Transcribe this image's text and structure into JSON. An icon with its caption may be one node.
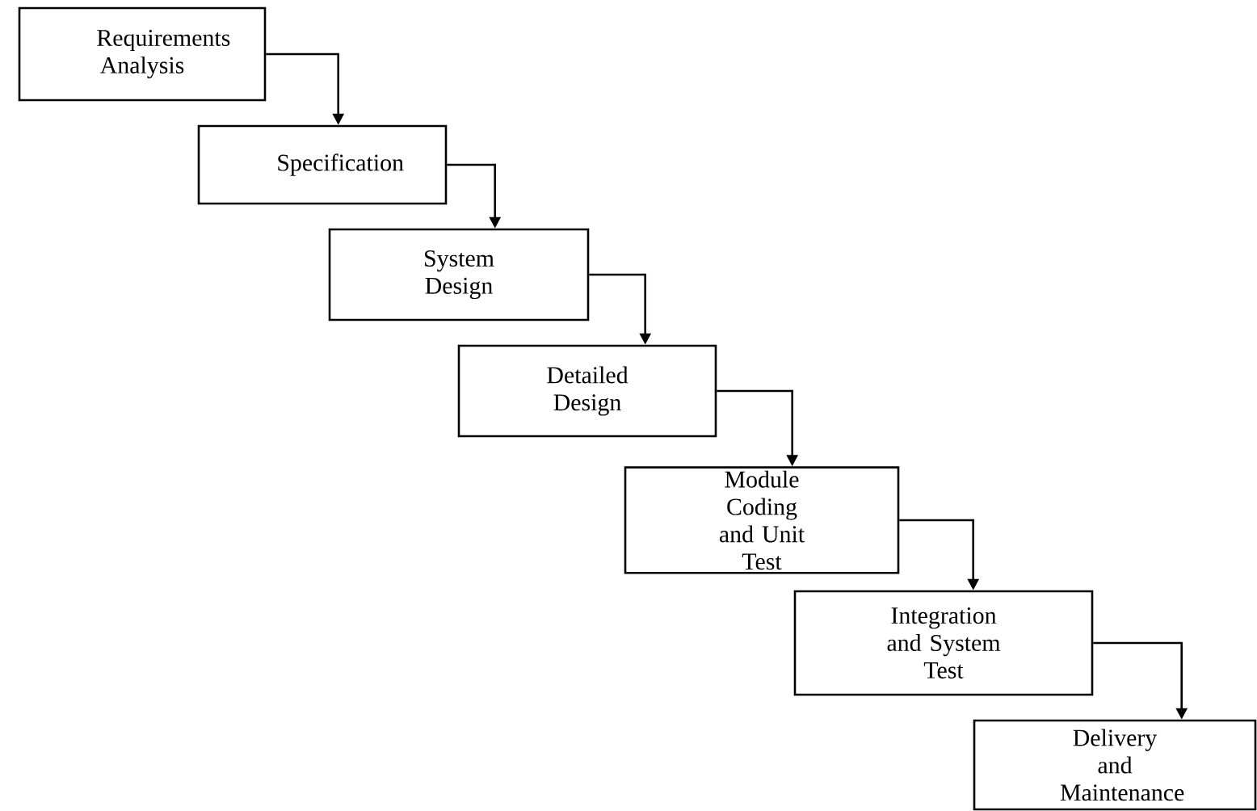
{
  "diagram": {
    "nodes": [
      {
        "text": [
          "Requirements Analysis"
        ]
      },
      {
        "text": [
          "Specification"
        ]
      },
      {
        "text": [
          "System Design"
        ]
      },
      {
        "text": [
          "Detailed Design"
        ]
      },
      {
        "text": [
          "Module Coding and Unit Test"
        ]
      },
      {
        "text": [
          "Integration and System Test"
        ]
      },
      {
        "text": [
          "Delivery and Maintenance"
        ]
      }
    ],
    "edges": [
      {
        "from": 0,
        "to": 1,
        "arrow": "to"
      },
      {
        "from": 1,
        "to": 2,
        "arrow": "to"
      },
      {
        "from": 2,
        "to": 3,
        "arrow": "to"
      },
      {
        "from": 3,
        "to": 4,
        "arrow": "to"
      },
      {
        "from": 4,
        "to": 5,
        "arrow": "to"
      },
      {
        "from": 5,
        "to": 6,
        "arrow": "to"
      }
    ]
  }
}
